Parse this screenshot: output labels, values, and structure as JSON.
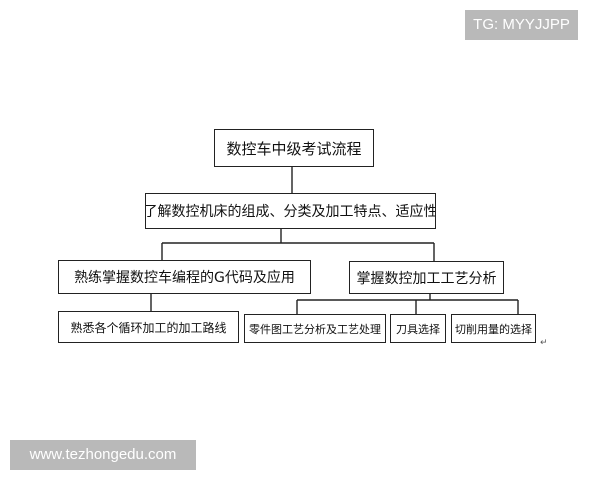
{
  "watermarks": {
    "top": "TG: MYYJJPP",
    "bottom": "www.tezhongedu.com"
  },
  "flowchart": {
    "root": "数控车中级考试流程",
    "level2": "了解数控机床的组成、分类及加工特点、适应性",
    "branch_left": {
      "label": "熟练掌握数控车编程的G代码及应用",
      "child": "熟悉各个循环加工的加工路线"
    },
    "branch_right": {
      "label": "掌握数控加工工艺分析",
      "children": [
        "零件图工艺分析及工艺处理",
        "刀具选择",
        "切削用量的选择"
      ]
    }
  }
}
